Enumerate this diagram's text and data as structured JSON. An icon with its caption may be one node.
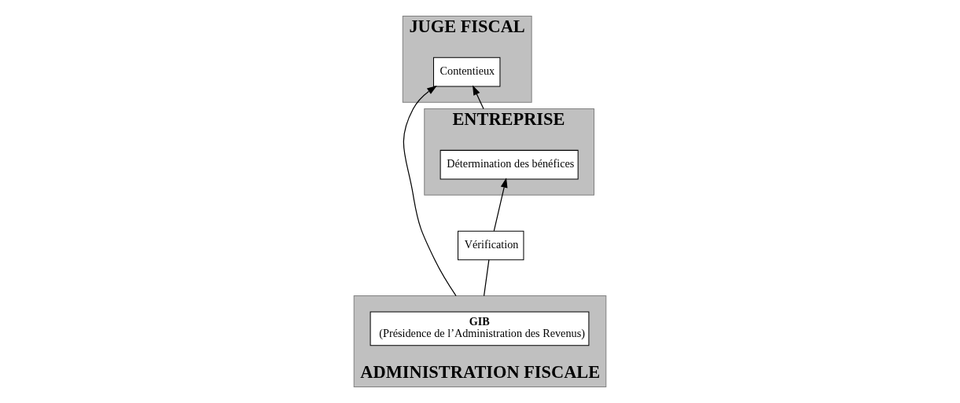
{
  "diagram": {
    "nodes": [
      {
        "text": [
          "JUGE FISCAL"
        ]
      },
      {
        "text": [
          "Contentieux"
        ],
        "in": 0
      },
      {
        "text": [
          "ENTREPRISE"
        ]
      },
      {
        "text": [
          "Détermination des bénéfices"
        ],
        "in": 2
      },
      {
        "text": [
          "ADMINISTRATION FISCALE"
        ]
      },
      {
        "text": [
          "GIB",
          "(Présidence de l’Administration des Revenus)"
        ],
        "in": 4
      },
      {
        "text": [
          "Vérification"
        ]
      }
    ],
    "edges": [
      {
        "from": 2,
        "to": 1,
        "arrow": "to"
      },
      {
        "from": 4,
        "to": 1,
        "arrow": "to"
      },
      {
        "from": 4,
        "to": 6,
        "arrow": "none"
      },
      {
        "from": 6,
        "to": 3,
        "arrow": "to"
      }
    ]
  }
}
